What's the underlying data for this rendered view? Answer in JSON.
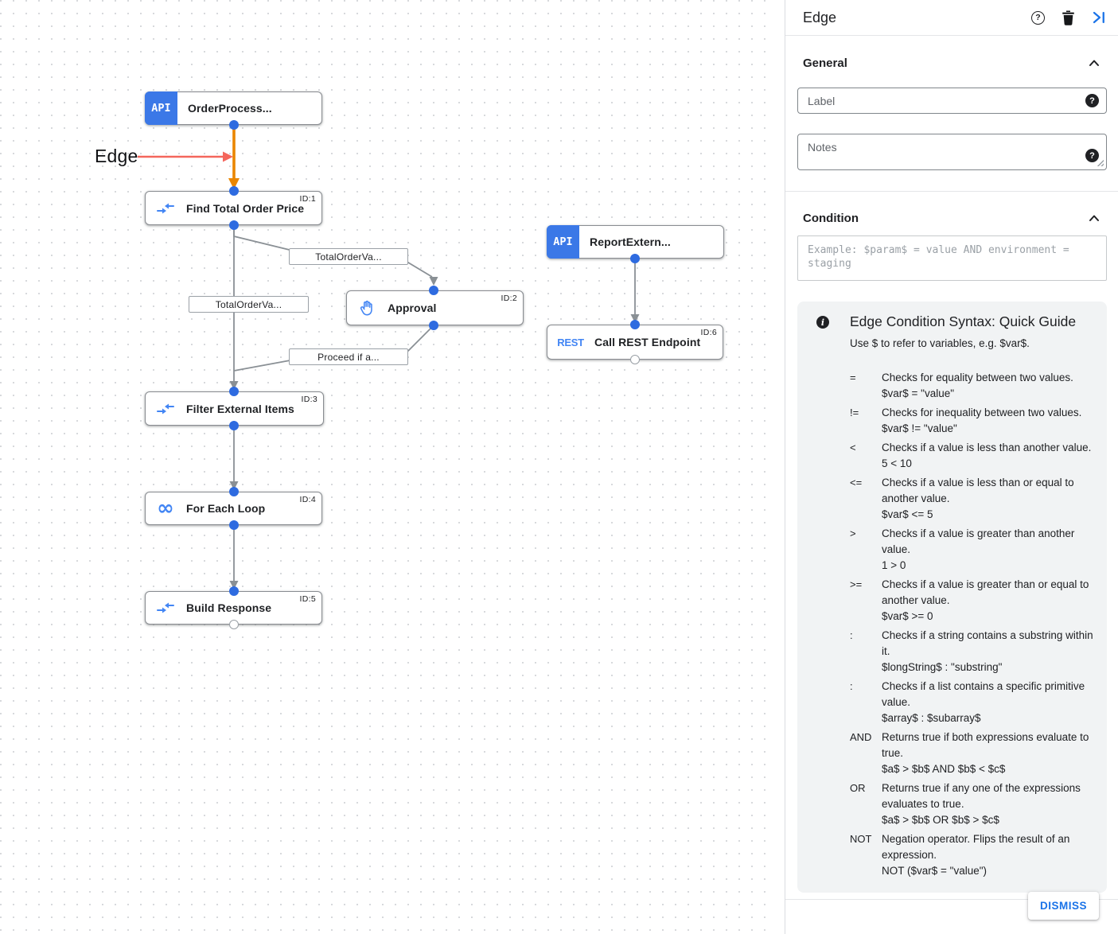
{
  "canvas": {
    "annotation": "Edge",
    "edge_labels": [
      "TotalOrderVa...",
      "TotalOrderVa...",
      "Proceed if a..."
    ],
    "nodes": [
      {
        "label": "OrderProcess...",
        "badge": "API"
      },
      {
        "label": "Find Total Order Price",
        "id_tag": "ID:1",
        "icon": "data-mapping-icon"
      },
      {
        "label": "Approval",
        "id_tag": "ID:2",
        "icon": "hand-icon"
      },
      {
        "label": "ReportExtern...",
        "badge": "API"
      },
      {
        "label": "Call REST Endpoint",
        "id_tag": "ID:6",
        "icon": "rest-icon",
        "icon_text": "REST"
      },
      {
        "label": "Filter External Items",
        "id_tag": "ID:3",
        "icon": "data-mapping-icon"
      },
      {
        "label": "For Each Loop",
        "id_tag": "ID:4",
        "icon": "loop-icon",
        "icon_text": "∞"
      },
      {
        "label": "Build Response",
        "id_tag": "ID:5",
        "icon": "data-mapping-icon"
      }
    ]
  },
  "panel": {
    "title": "Edge",
    "header_icons": [
      "help-icon",
      "delete-icon",
      "collapse-panel-icon"
    ],
    "general": {
      "title": "General",
      "label_placeholder": "Label",
      "notes_placeholder": "Notes"
    },
    "condition": {
      "title": "Condition",
      "placeholder": "Example: $param$ = value AND environment = staging"
    },
    "guide": {
      "title": "Edge Condition Syntax: Quick Guide",
      "intro": "Use $ to refer to variables, e.g. $var$.",
      "rows": [
        {
          "op": "=",
          "desc": "Checks for equality between two values.",
          "example": "$var$ = \"value\""
        },
        {
          "op": "!=",
          "desc": "Checks for inequality between two values.",
          "example": "$var$ != \"value\""
        },
        {
          "op": "<",
          "desc": "Checks if a value is less than another value.",
          "example": "5 < 10"
        },
        {
          "op": "<=",
          "desc": "Checks if a value is less than or equal to another value.",
          "example": "$var$ <= 5"
        },
        {
          "op": ">",
          "desc": "Checks if a value is greater than another value.",
          "example": "1 > 0"
        },
        {
          "op": ">=",
          "desc": "Checks if a value is greater than or equal to another value.",
          "example": "$var$ >= 0"
        },
        {
          "op": ":",
          "desc": "Checks if a string contains a substring within it.",
          "example": "$longString$ : \"substring\""
        },
        {
          "op": ":",
          "desc": "Checks if a list contains a specific primitive value.",
          "example": "$array$ : $subarray$"
        },
        {
          "op": "AND",
          "desc": "Returns true if both expressions evaluate to true.",
          "example": "$a$ > $b$ AND $b$ < $c$"
        },
        {
          "op": "OR",
          "desc": "Returns true if any one of the expressions evaluates to true.",
          "example": "$a$ > $b$ OR $b$ > $c$"
        },
        {
          "op": "NOT",
          "desc": "Negation operator. Flips the result of an expression.",
          "example": "NOT ($var$ = \"value\")"
        }
      ]
    },
    "dismiss_label": "DISMISS"
  },
  "colors": {
    "accent_blue": "#1a73e8",
    "node_badge_blue": "#3b78e7",
    "connector_blue": "#2e6be0",
    "icon_blue": "#4285f4",
    "edge_gray": "#8a9095",
    "selected_edge_orange": "#EA8600",
    "annotation_red": "#F4665C",
    "guide_background": "#f1f3f4"
  }
}
